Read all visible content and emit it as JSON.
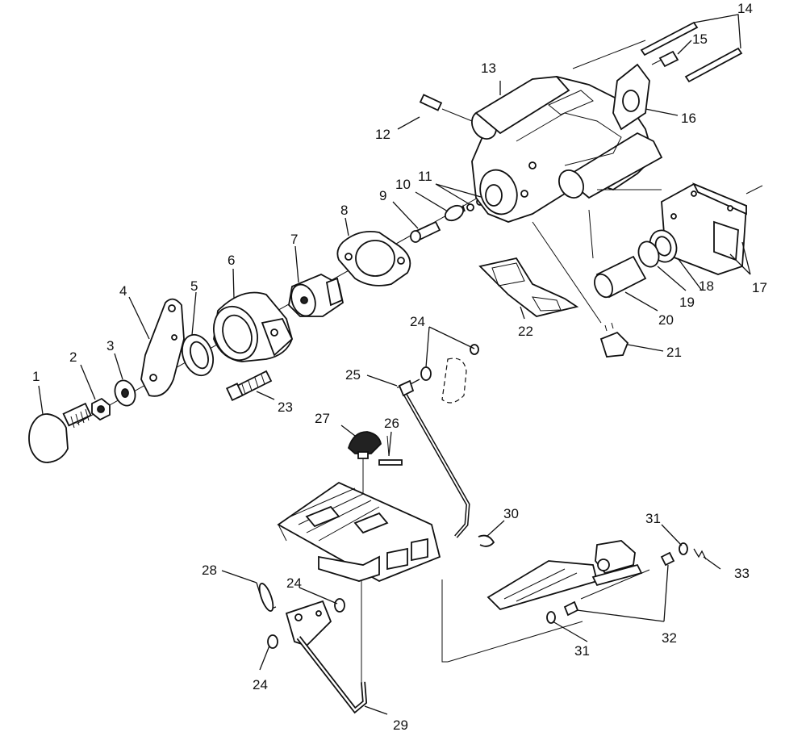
{
  "diagram": {
    "callouts": [
      {
        "id": "1",
        "text": "1"
      },
      {
        "id": "2",
        "text": "2"
      },
      {
        "id": "3",
        "text": "3"
      },
      {
        "id": "4",
        "text": "4"
      },
      {
        "id": "5",
        "text": "5"
      },
      {
        "id": "6",
        "text": "6"
      },
      {
        "id": "7",
        "text": "7"
      },
      {
        "id": "8",
        "text": "8"
      },
      {
        "id": "9",
        "text": "9"
      },
      {
        "id": "10",
        "text": "10"
      },
      {
        "id": "11",
        "text": "11"
      },
      {
        "id": "12",
        "text": "12"
      },
      {
        "id": "13",
        "text": "13"
      },
      {
        "id": "14",
        "text": "14"
      },
      {
        "id": "15",
        "text": "15"
      },
      {
        "id": "16",
        "text": "16"
      },
      {
        "id": "17",
        "text": "17"
      },
      {
        "id": "18",
        "text": "18"
      },
      {
        "id": "19",
        "text": "19"
      },
      {
        "id": "20",
        "text": "20"
      },
      {
        "id": "21",
        "text": "21"
      },
      {
        "id": "22",
        "text": "22"
      },
      {
        "id": "23",
        "text": "23"
      },
      {
        "id": "24a",
        "text": "24"
      },
      {
        "id": "24b",
        "text": "24"
      },
      {
        "id": "24c",
        "text": "24"
      },
      {
        "id": "25",
        "text": "25"
      },
      {
        "id": "26",
        "text": "26"
      },
      {
        "id": "27",
        "text": "27"
      },
      {
        "id": "28",
        "text": "28"
      },
      {
        "id": "29",
        "text": "29"
      },
      {
        "id": "30",
        "text": "30"
      },
      {
        "id": "31a",
        "text": "31"
      },
      {
        "id": "31b",
        "text": "31"
      },
      {
        "id": "32",
        "text": "32"
      },
      {
        "id": "33",
        "text": "33"
      }
    ]
  }
}
